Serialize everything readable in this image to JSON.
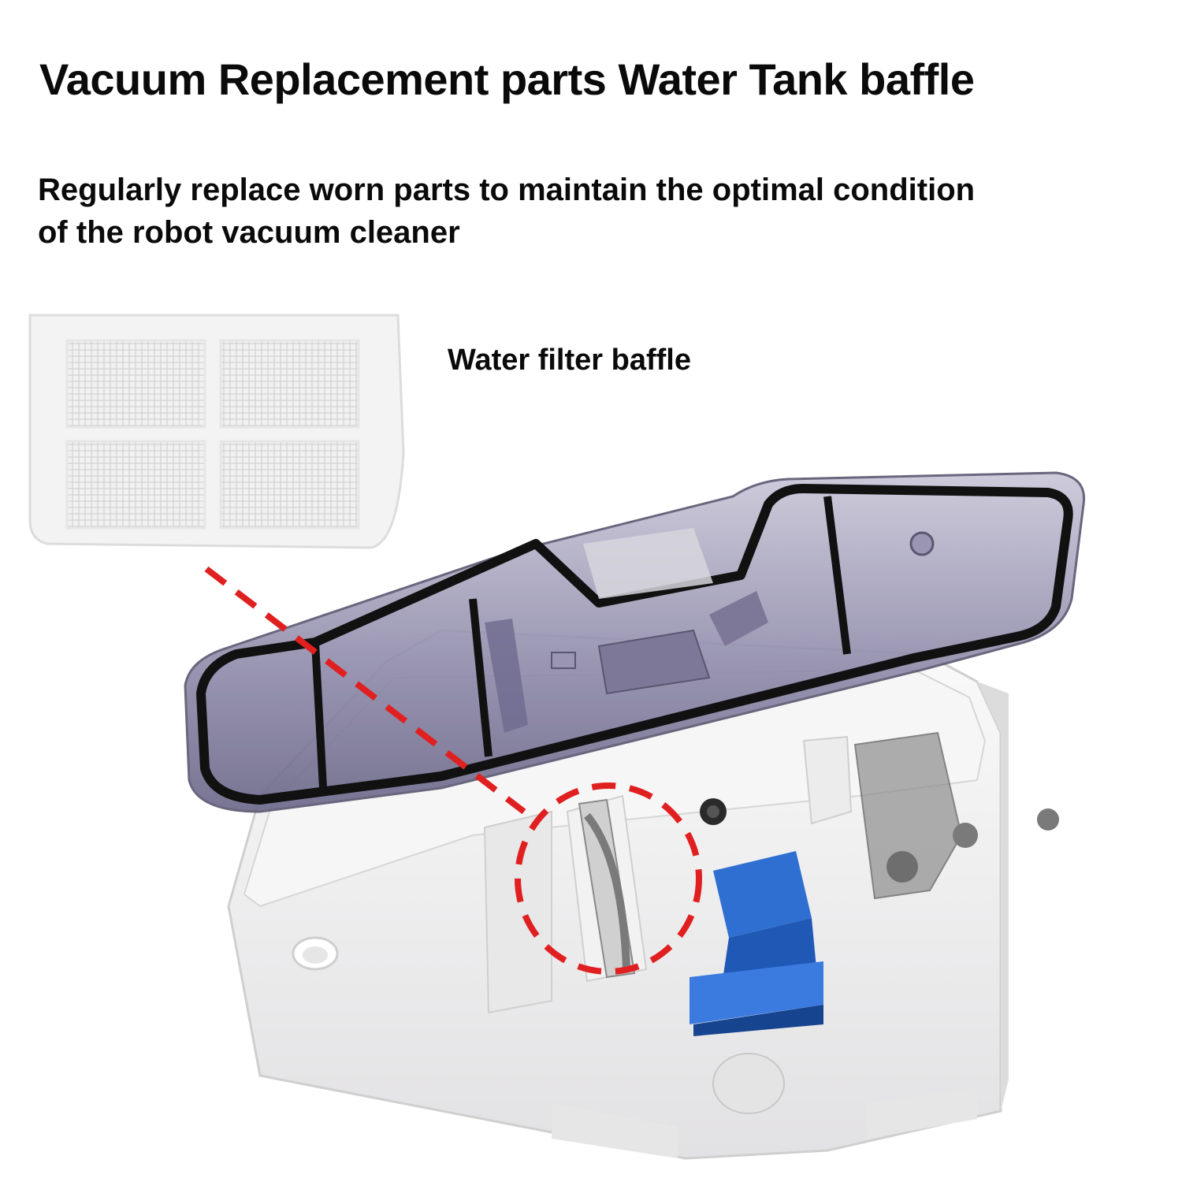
{
  "title": "Vacuum Replacement parts Water Tank baffle",
  "subtitle": "Regularly replace worn parts to maintain the optimal condition of the robot vacuum cleaner",
  "callout_label": "Water filter baffle",
  "colors": {
    "lid_tint": "#8a86a6",
    "gasket": "#111111",
    "tank_body": "#ecebec",
    "blue_latch": "#2f6fd1",
    "pointer": "#e02020"
  }
}
